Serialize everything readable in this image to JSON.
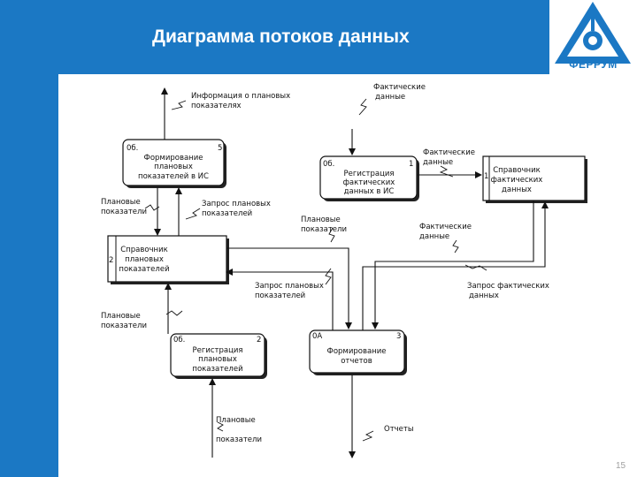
{
  "slide": {
    "title": "Диаграмма потоков данных",
    "page_number": "15"
  },
  "logo": {
    "text": "ФЕРРУМ",
    "icon": "triangle-logo-icon"
  },
  "colors": {
    "header": "#1b78c4",
    "sidebar": "#1b78c4",
    "diagram_line": "#111111"
  },
  "processes": [
    {
      "id": "0б.",
      "num": "5",
      "lines": [
        "Формирование",
        "плановых",
        "показателей в ИС"
      ]
    },
    {
      "id": "0б.",
      "num": "1",
      "lines": [
        "Регистрация",
        "фактических",
        "данных в ИС"
      ]
    },
    {
      "id": "0б.",
      "num": "2",
      "lines": [
        "Регистрация",
        "плановых",
        "показателей"
      ]
    },
    {
      "id": "0А",
      "num": "3",
      "lines": [
        "Формирование",
        "отчетов"
      ]
    }
  ],
  "stores": [
    {
      "num": "1",
      "lines": [
        "Справочник",
        "фактических",
        "данных"
      ]
    },
    {
      "num": "2",
      "lines": [
        "Справочник",
        "плановых",
        "показателей"
      ]
    }
  ],
  "flows": [
    {
      "lines": [
        "Информация о плановых",
        "показателях"
      ]
    },
    {
      "lines": [
        "Фактические",
        "данные"
      ]
    },
    {
      "lines": [
        "Фактические",
        "данные"
      ]
    },
    {
      "lines": [
        "Плановые",
        "показатели"
      ]
    },
    {
      "lines": [
        "Запрос плановых",
        "показателей"
      ]
    },
    {
      "lines": [
        "Плановые",
        "показатели"
      ]
    },
    {
      "lines": [
        "Фактические",
        "данные"
      ]
    },
    {
      "lines": [
        "Запрос плановых",
        "показателей"
      ]
    },
    {
      "lines": [
        "Запрос фактических",
        "данных"
      ]
    },
    {
      "lines": [
        "Плановые",
        "показатели"
      ]
    },
    {
      "lines": [
        "Плановые",
        "показатели"
      ]
    },
    {
      "lines": [
        "Отчеты"
      ]
    }
  ]
}
